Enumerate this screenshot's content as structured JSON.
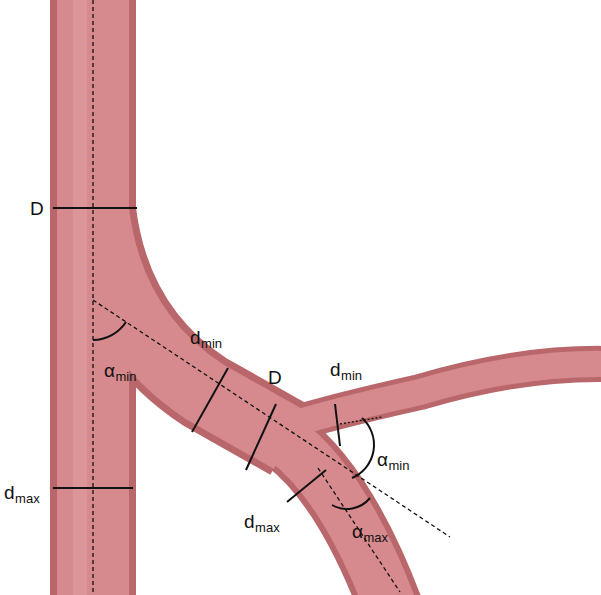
{
  "diagram": {
    "labels": [
      "D",
      "d",
      "min",
      "α",
      "min",
      "D",
      "d",
      "min",
      "α",
      "min",
      "d",
      "max",
      "d",
      "max",
      "α",
      "max"
    ]
  }
}
